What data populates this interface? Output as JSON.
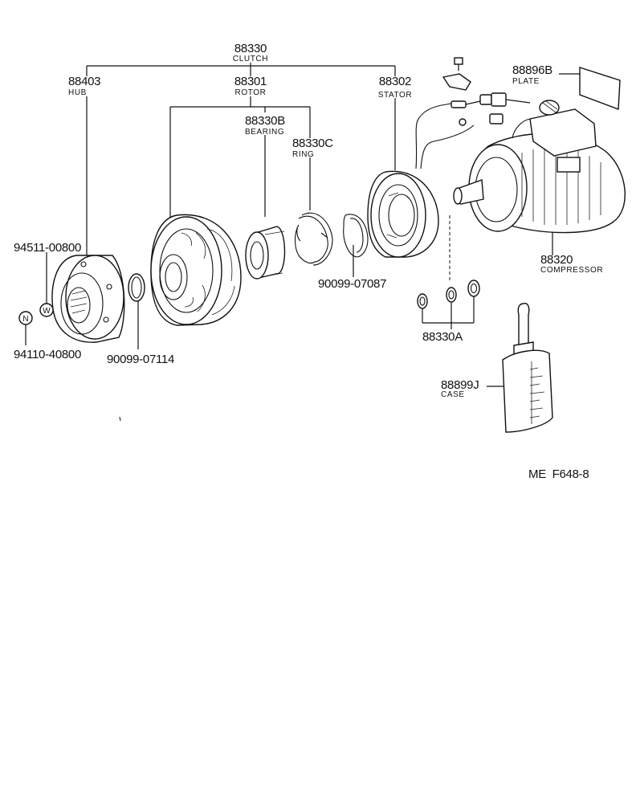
{
  "labels": {
    "clutch": {
      "number": "88330",
      "name": "CLUTCH"
    },
    "hub": {
      "number": "88403",
      "name": "HUB"
    },
    "rotor": {
      "number": "88301",
      "name": "ROTOR"
    },
    "stator": {
      "number": "88302",
      "name": "STATOR"
    },
    "bearing": {
      "number": "88330B",
      "name": "BEARING"
    },
    "ring": {
      "number": "88330C",
      "name": "RING"
    },
    "plate": {
      "number": "88896B",
      "name": "PLATE"
    },
    "compressor": {
      "number": "88320",
      "name": "COMPRESSOR"
    },
    "shims": {
      "number": "88330A"
    },
    "case": {
      "number": "88899J",
      "name": "CASE"
    },
    "washer": {
      "number": "94511-00800",
      "symbol": "W"
    },
    "nut": {
      "number": "94110-40800",
      "symbol": "N"
    },
    "snap_ring_hub": {
      "number": "90099-07114"
    },
    "snap_ring_stator": {
      "number": "90099-07087"
    }
  },
  "figure_code": "ME  F648-8"
}
